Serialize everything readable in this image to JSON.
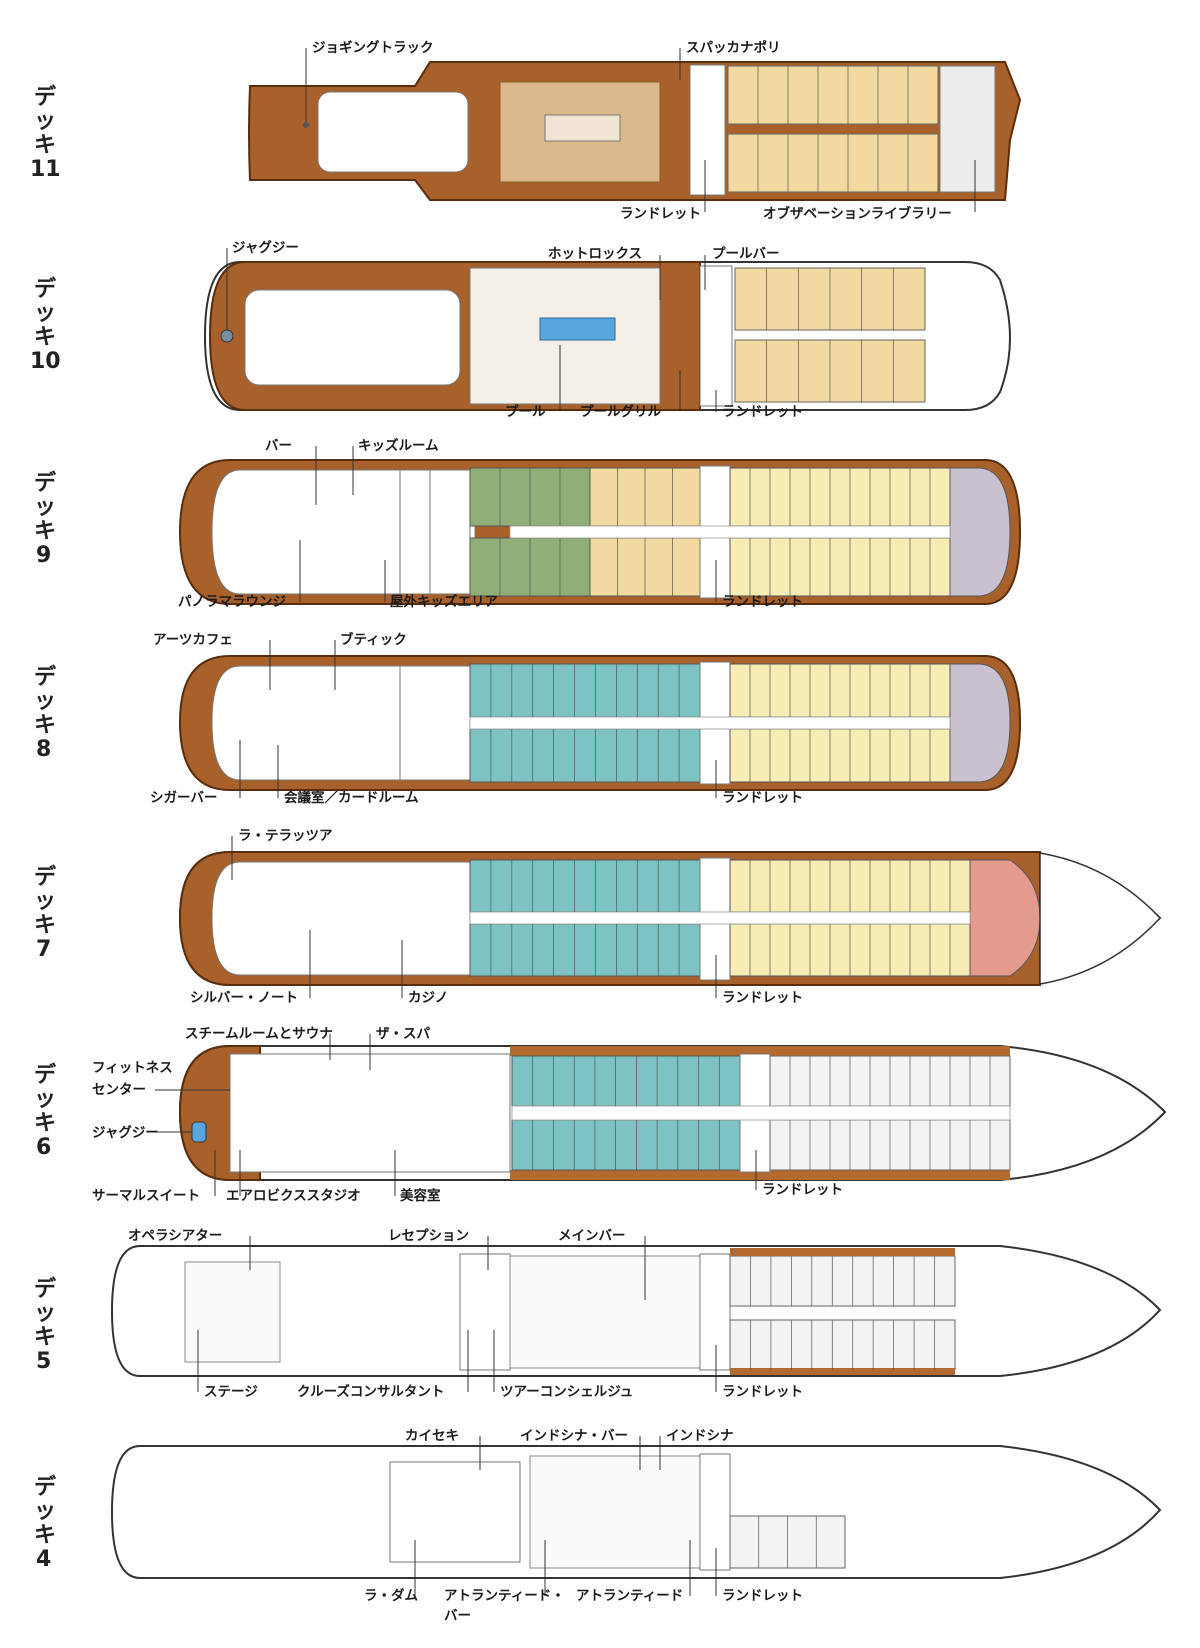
{
  "decks": [
    {
      "id": "deck11",
      "label": [
        "デ",
        "ッ",
        "キ",
        "11"
      ],
      "callouts": [
        "ジョギングトラック",
        "スパッカナポリ",
        "ランドレット",
        "オブザベーションライブラリー"
      ]
    },
    {
      "id": "deck10",
      "label": [
        "デ",
        "ッ",
        "キ",
        "10"
      ],
      "callouts": [
        "ジャグジー",
        "ホットロックス",
        "プールバー",
        "プール",
        "プールグリル",
        "ランドレット"
      ]
    },
    {
      "id": "deck9",
      "label": [
        "デ",
        "ッ",
        "キ",
        "9"
      ],
      "callouts": [
        "バー",
        "キッズルーム",
        "パノラマラウンジ",
        "屋外キッズエリア",
        "ランドレット"
      ]
    },
    {
      "id": "deck8",
      "label": [
        "デ",
        "ッ",
        "キ",
        "8"
      ],
      "callouts": [
        "アーツカフェ",
        "ブティック",
        "シガーバー",
        "会議室／カードルーム",
        "ランドレット"
      ]
    },
    {
      "id": "deck7",
      "label": [
        "デ",
        "ッ",
        "キ",
        "7"
      ],
      "callouts": [
        "ラ・テラッツア",
        "シルバー・ノート",
        "カジノ",
        "ランドレット"
      ]
    },
    {
      "id": "deck6",
      "label": [
        "デ",
        "ッ",
        "キ",
        "6"
      ],
      "callouts": [
        "スチームルームとサウナ",
        "ザ・スパ",
        "フィットネス",
        "センター",
        "ジャグジー",
        "サーマルスイート",
        "エアロビクススタジオ",
        "美容室",
        "ランドレット"
      ]
    },
    {
      "id": "deck5",
      "label": [
        "デ",
        "ッ",
        "キ",
        "5"
      ],
      "callouts": [
        "オペラシアター",
        "レセプション",
        "メインバー",
        "ステージ",
        "クルーズコンサルタント",
        "ツアーコンシェルジュ",
        "ランドレット"
      ]
    },
    {
      "id": "deck4",
      "label": [
        "デ",
        "ッ",
        "キ",
        "4"
      ],
      "callouts": [
        "カイセキ",
        "インドシナ・バー",
        "インドシナ",
        "ラ・ダム",
        "アトランティード・",
        "バー",
        "アトランティード",
        "ランドレット"
      ]
    }
  ],
  "colors": {
    "wood_deck": "#b46a2e",
    "cabin_tan": "#f2d9a0",
    "cabin_yellow": "#f6ecb4",
    "cabin_green": "#8fae78",
    "cabin_teal": "#7ec3c4",
    "cabin_grey": "#c9c0d0",
    "cabin_pink": "#e59a8e",
    "cabin_white": "#f3f3f3",
    "pool_blue": "#5aa6dc"
  }
}
